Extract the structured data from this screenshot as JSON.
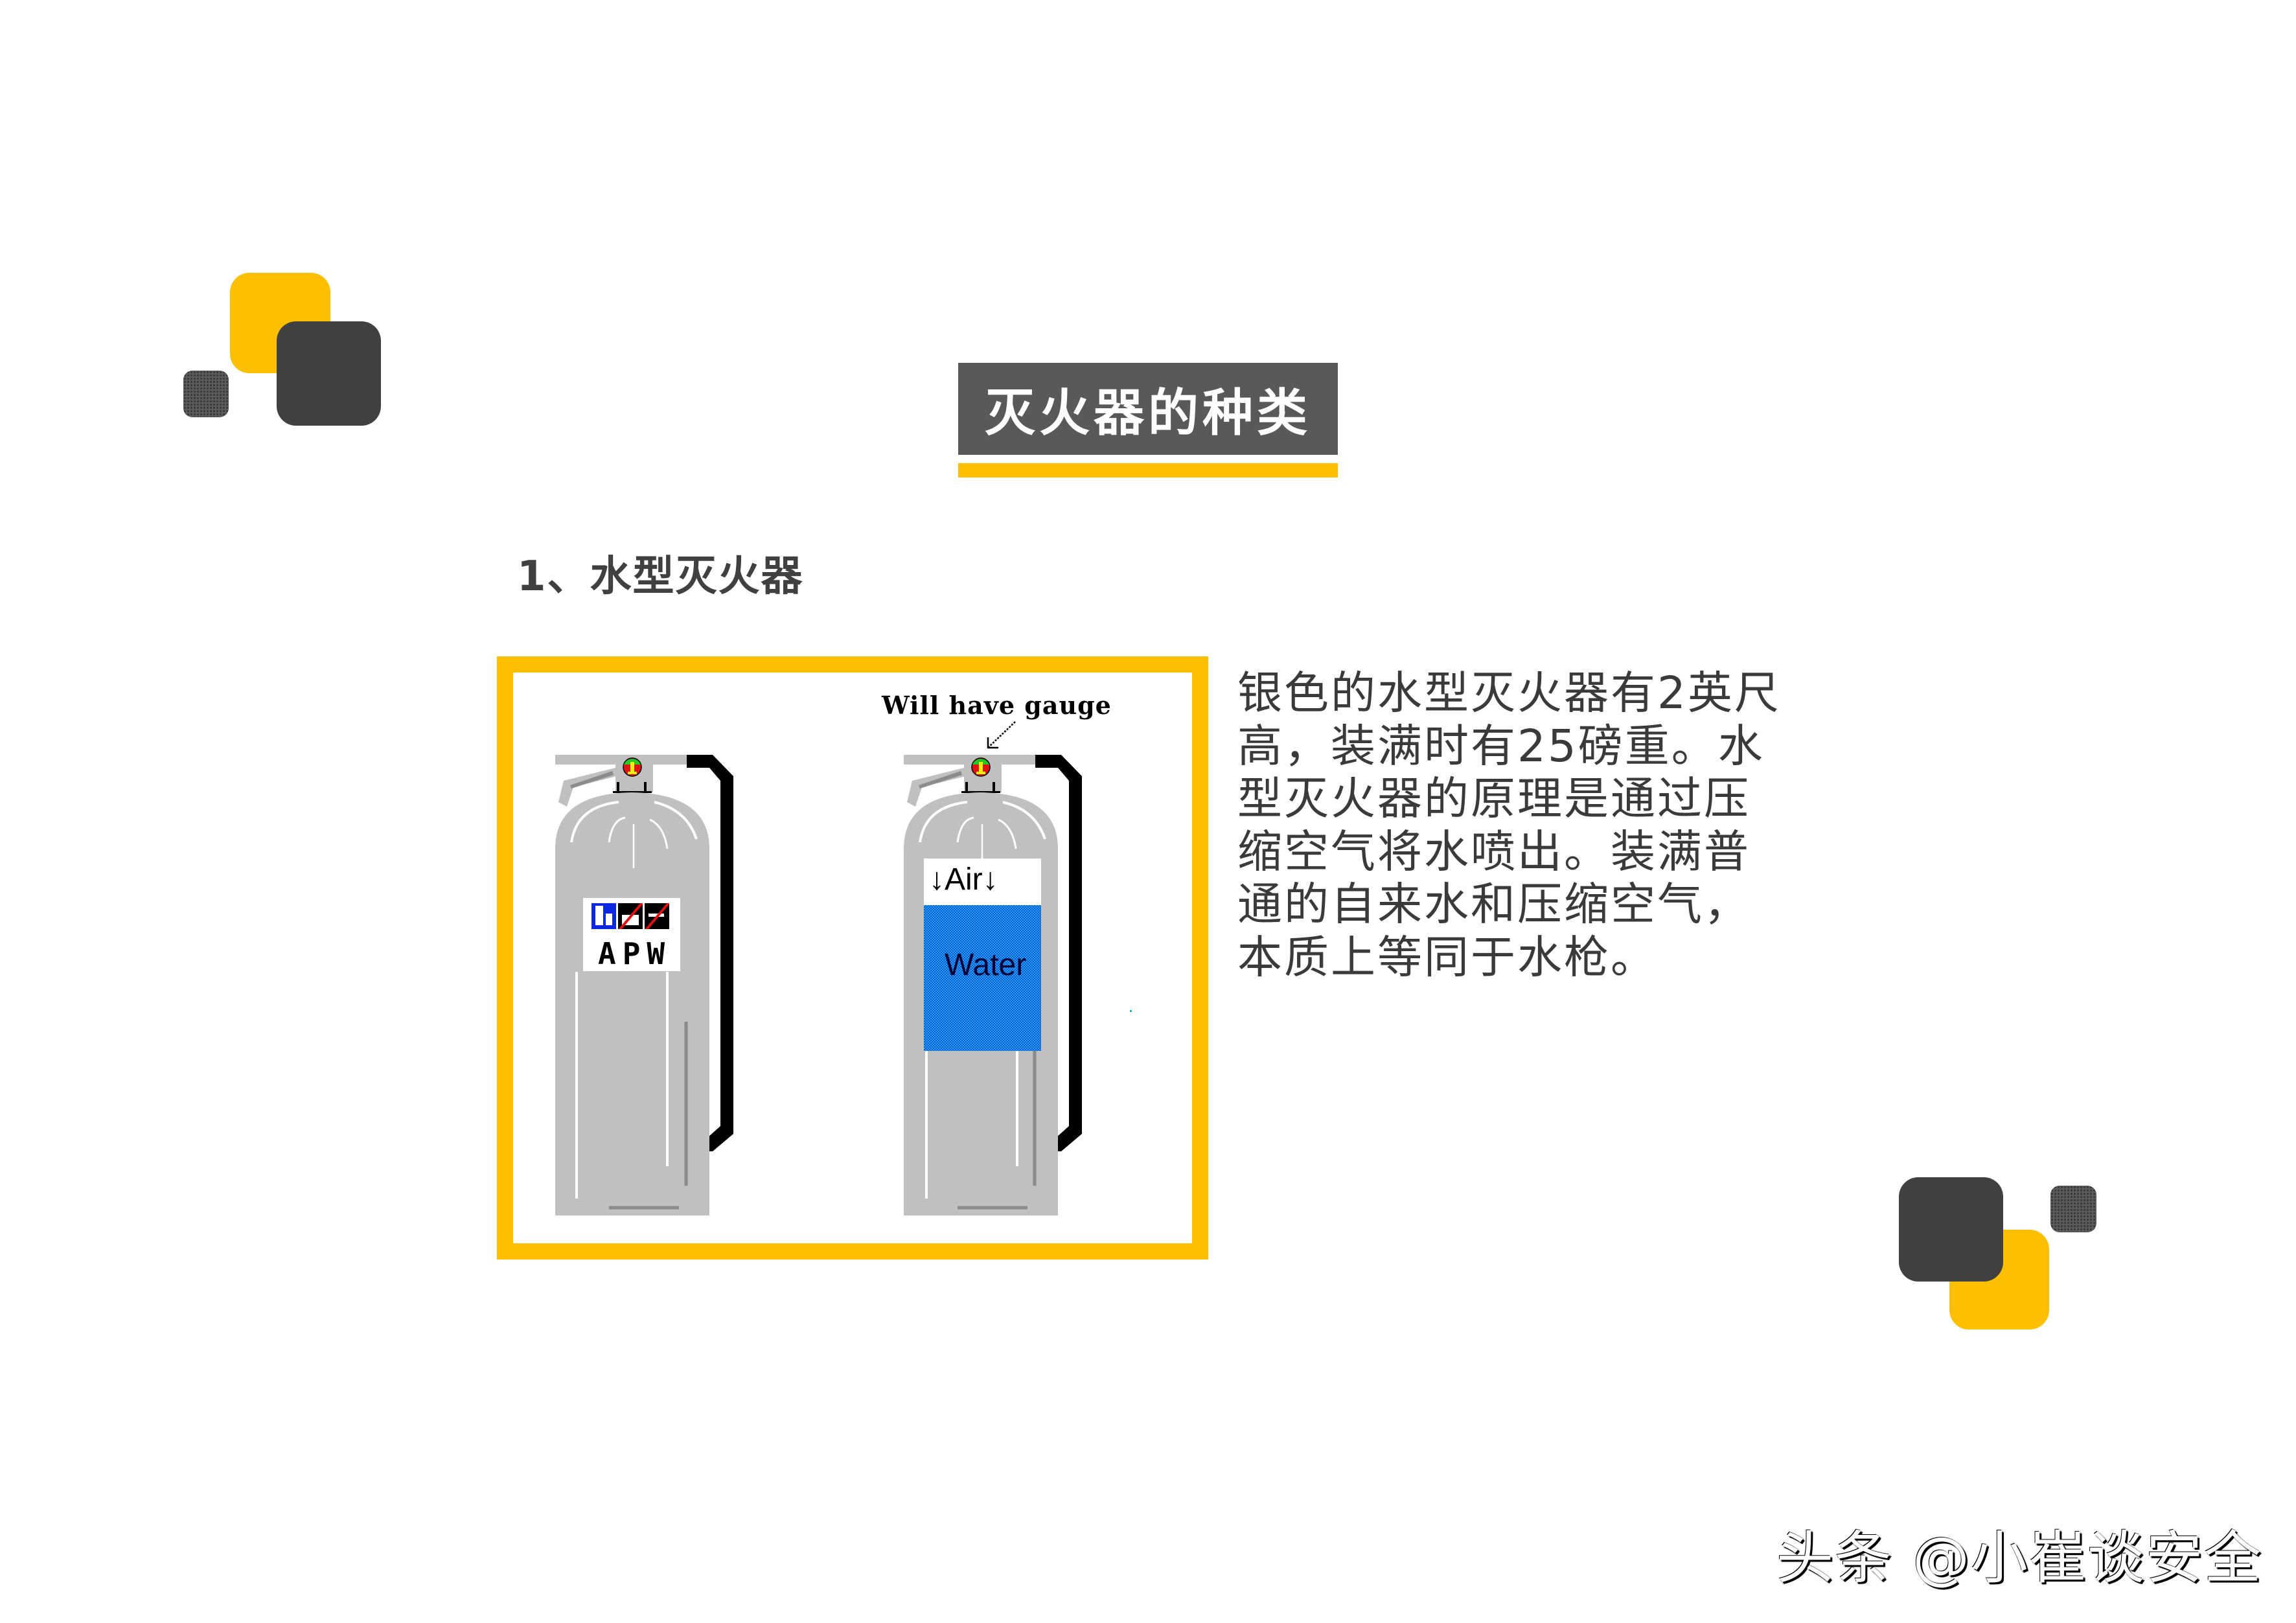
{
  "slide": {
    "title": "灭火器的种类",
    "subheading": "1、水型灭火器",
    "description_lines": [
      "银色的水型灭火器有2英尺",
      "高，装满时有25磅重。水",
      "型灭火器的原理是通过压",
      "缩空气将水喷出。装满普",
      "通的自来水和压缩空气，",
      "本质上等同于水枪。"
    ],
    "watermark": "头条 @小崔谈安全"
  },
  "illustration": {
    "extinguisher_left": {
      "label_text": "APW",
      "icons": [
        "class-a-ordinary-combustibles-icon",
        "class-b-flammable-liquids-prohibited-icon",
        "class-c-electrical-prohibited-icon"
      ]
    },
    "extinguisher_right": {
      "callout": "Will have gauge",
      "air_label": "↓Air↓",
      "water_label": "Water"
    }
  },
  "colors": {
    "accent_yellow": "#fdc000",
    "dark_gray": "#404040",
    "title_bg": "#595959",
    "text": "#3a3a3a",
    "extinguisher_silver": "#c0c0c0",
    "water_blue": "#1a6fe0"
  }
}
